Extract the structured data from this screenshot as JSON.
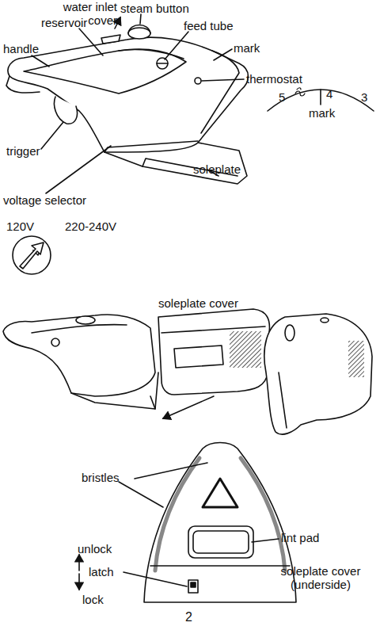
{
  "diagram": {
    "labels": [
      "water inlet cover",
      "steam button",
      "reservoir",
      "feed tube",
      "handle",
      "mark",
      "thermostat",
      "5",
      "4",
      "3",
      "mark",
      "trigger",
      "soleplate",
      "voltage selector",
      "120V",
      "220-240V",
      "soleplate cover",
      "bristles",
      "lint pad",
      "unlock",
      "latch",
      "lock",
      "soleplate cover (underside)",
      "2"
    ]
  }
}
